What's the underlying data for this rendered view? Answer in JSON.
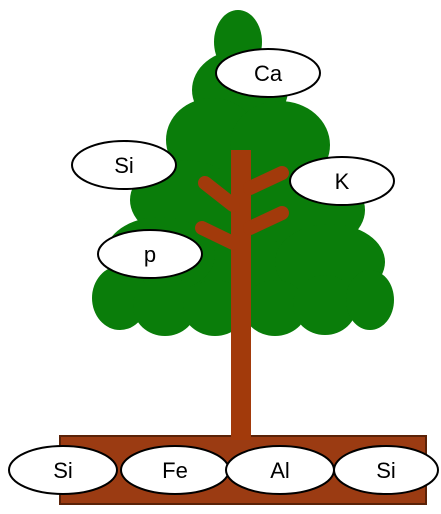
{
  "colors": {
    "foliage": "#0a7d0a",
    "trunk": "#a23a0b",
    "ground": "#9b3b12",
    "ground_outline": "#5a2208",
    "bubble_fill": "#ffffff",
    "bubble_stroke": "#000000",
    "text": "#000000"
  },
  "tree_labels": {
    "ca": "Ca",
    "si": "Si",
    "k": "K",
    "p": "p"
  },
  "ground_labels": {
    "si_left": "Si",
    "fe": "Fe",
    "al": "Al",
    "si_right": "Si"
  }
}
